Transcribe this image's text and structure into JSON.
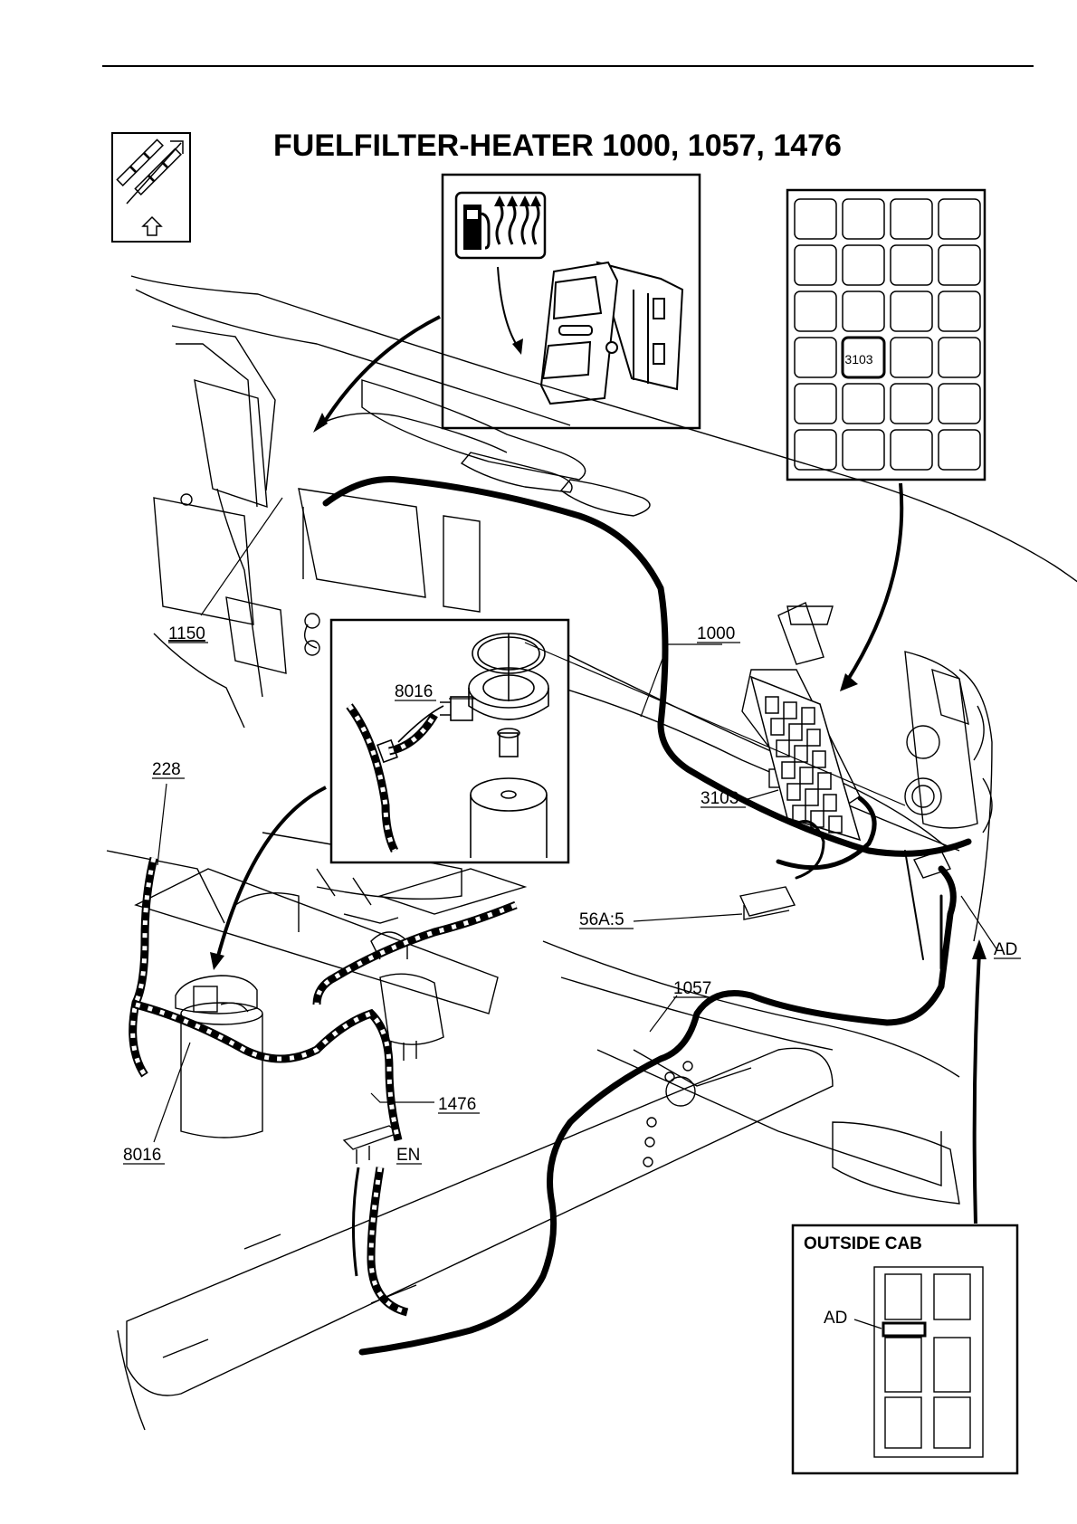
{
  "title": "FUELFILTER-HEATER  1000, 1057, 1476",
  "fuse_panel": {
    "highlighted_fuse": "3103"
  },
  "inset_outside_cab": {
    "heading": "OUTSIDE CAB",
    "label": "AD"
  },
  "callouts": {
    "c1150": "1150",
    "c8016_inset": "8016",
    "c1000": "1000",
    "c228": "228",
    "c3103": "3103",
    "c56a": "56A:5",
    "cAD": "AD",
    "c1057": "1057",
    "c1476": "1476",
    "c8016_filter": "8016",
    "cEN": "EN"
  },
  "icons": {
    "vehicle_orientation": "truck-top-view-arrow-icon",
    "switch_symbol": "fuel-pump-heat-icon"
  }
}
